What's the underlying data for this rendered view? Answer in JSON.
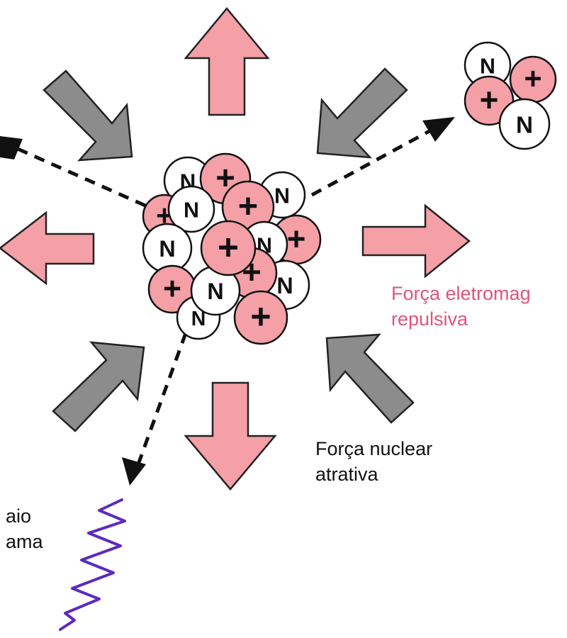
{
  "colors": {
    "repulsive_arrow": "#f4a0a6",
    "attractive_arrow": "#8c8c8c",
    "proton": "#f4a0a6",
    "neutron": "#ffffff",
    "repulsive_text": "#e0557a",
    "gamma_wave": "#5b2bbf",
    "outline": "#111111"
  },
  "particles": {
    "neutron_symbol": "N",
    "proton_symbol": "+"
  },
  "labels": {
    "electromagnetic_line1": "Força eletromag",
    "electromagnetic_line2": "repulsiva",
    "nuclear_line1": "Força nuclear",
    "nuclear_line2": "atrativa",
    "gamma_line1": "aio",
    "gamma_line2": "ama"
  }
}
